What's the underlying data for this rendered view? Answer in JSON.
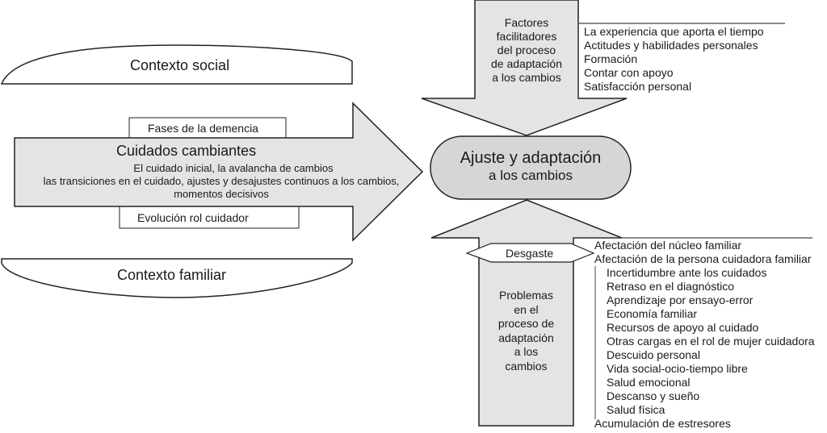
{
  "context": {
    "social": "Contexto social",
    "familiar": "Contexto familiar"
  },
  "left_arrow": {
    "top_tab": "Fases de la demencia",
    "title": "Cuidados cambiantes",
    "lines": [
      "El cuidado inicial, la avalancha de cambios",
      "las transiciones en el cuidado, ajustes y desajustes continuos a los cambios,",
      "momentos decisivos"
    ],
    "bottom_tab": "Evolución rol cuidador"
  },
  "center": {
    "line1": "Ajuste y adaptación",
    "line2": "a los cambios"
  },
  "top_arrow": {
    "lines": [
      "Factores",
      "facilitadores",
      "del proceso",
      "de adaptación",
      "a los cambios"
    ],
    "items": [
      "La experiencia que aporta el tiempo",
      "Actitudes y habilidades personales",
      "Formación",
      "Contar con apoyo",
      "Satisfacción personal"
    ]
  },
  "bottom_arrow": {
    "tag": "Desgaste",
    "lines": [
      "Problemas",
      "en el",
      "proceso de",
      "adaptación",
      "a los",
      "cambios"
    ],
    "items": [
      "Afectación del núcleo familiar",
      "Afectación de la persona cuidadora familiar"
    ],
    "subitems": [
      "Incertidumbre ante los cuidados",
      "Retraso en el diagnóstico",
      "Aprendizaje por ensayo-error",
      "Economía familiar",
      "Recursos de apoyo al cuidado",
      "Otras cargas en el rol de mujer cuidadora",
      "Descuido personal",
      "Vida social-ocio-tiempo libre",
      "Salud emocional",
      "Descanso y sueño",
      "Salud física"
    ],
    "last_item": "Acumulación de estresores"
  },
  "colors": {
    "arrow_fill": "#e4e4e4",
    "center_fill": "#d6d6d6",
    "stroke": "#222222"
  }
}
